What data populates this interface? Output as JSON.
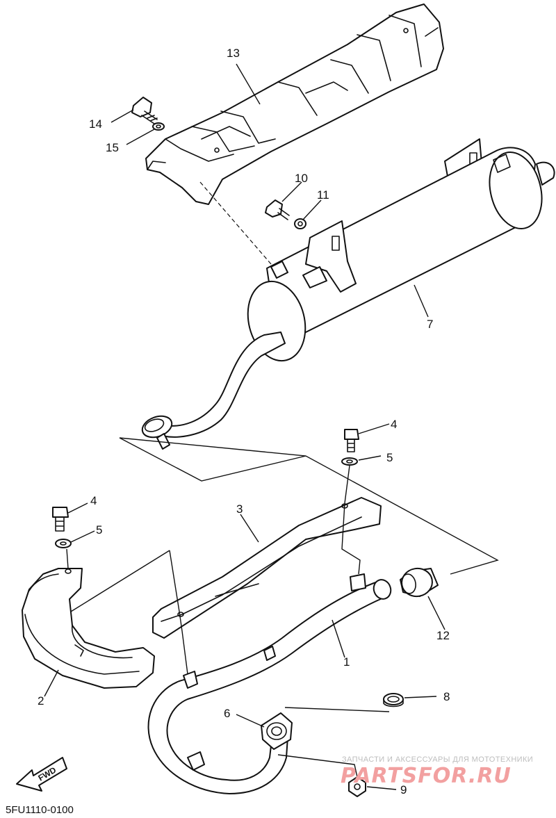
{
  "diagram": {
    "callouts": {
      "c1": "1",
      "c2": "2",
      "c3": "3",
      "c4a": "4",
      "c4b": "4",
      "c5a": "5",
      "c5b": "5",
      "c6": "6",
      "c7": "7",
      "c8": "8",
      "c9": "9",
      "c10": "10",
      "c11": "11",
      "c12": "12",
      "c13": "13",
      "c14": "14",
      "c15": "15"
    },
    "fwd_label": "FWD",
    "code": "5FU1110-0100"
  },
  "watermark": {
    "subtitle": "ЗАПЧАСТИ И АКСЕССУАРЫ ДЛЯ МОТОТЕХНИКИ",
    "brand": "PARTSFOR.RU"
  }
}
